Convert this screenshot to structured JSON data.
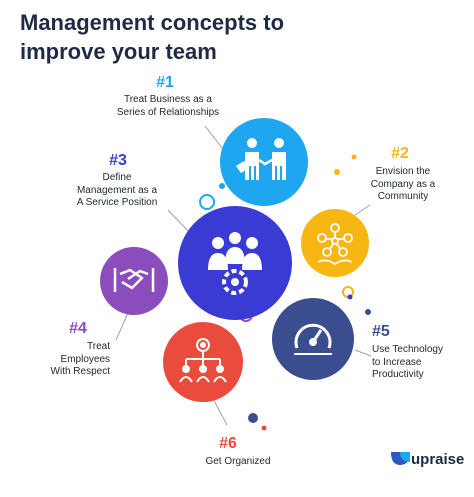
{
  "title_line1": "Management concepts to",
  "title_line2": "improve your team",
  "colors": {
    "blue": "#1ea7f0",
    "yellow": "#f7b611",
    "indigo": "#3a3ad4",
    "purple": "#8a4dbb",
    "slate": "#3a4d8f",
    "red": "#e94b3c",
    "connector": "#9aa3b2",
    "title": "#1f2a44"
  },
  "concepts": [
    {
      "number": "#1",
      "line1": "Treat Business as a",
      "line2": "Series of Relationships",
      "line3": ""
    },
    {
      "number": "#2",
      "line1": "Envision the",
      "line2": "Company as a",
      "line3": "Community"
    },
    {
      "number": "#3",
      "line1": "Define",
      "line2": "Management as a",
      "line3": "A Service Position"
    },
    {
      "number": "#4",
      "line1": "Treat",
      "line2": "Employees",
      "line3": "With Respect"
    },
    {
      "number": "#5",
      "line1": "Use Technology",
      "line2": "to Increase",
      "line3": "Productivity"
    },
    {
      "number": "#6",
      "line1": "Get Organized",
      "line2": "",
      "line3": ""
    }
  ],
  "icons": {
    "c1": "handshake-people-icon",
    "c2": "network-hand-icon",
    "c3": "team-gear-icon",
    "c4": "handshake-icon",
    "c5": "speedometer-icon",
    "c6": "org-chart-icon"
  },
  "logo": {
    "text": "upraise"
  }
}
